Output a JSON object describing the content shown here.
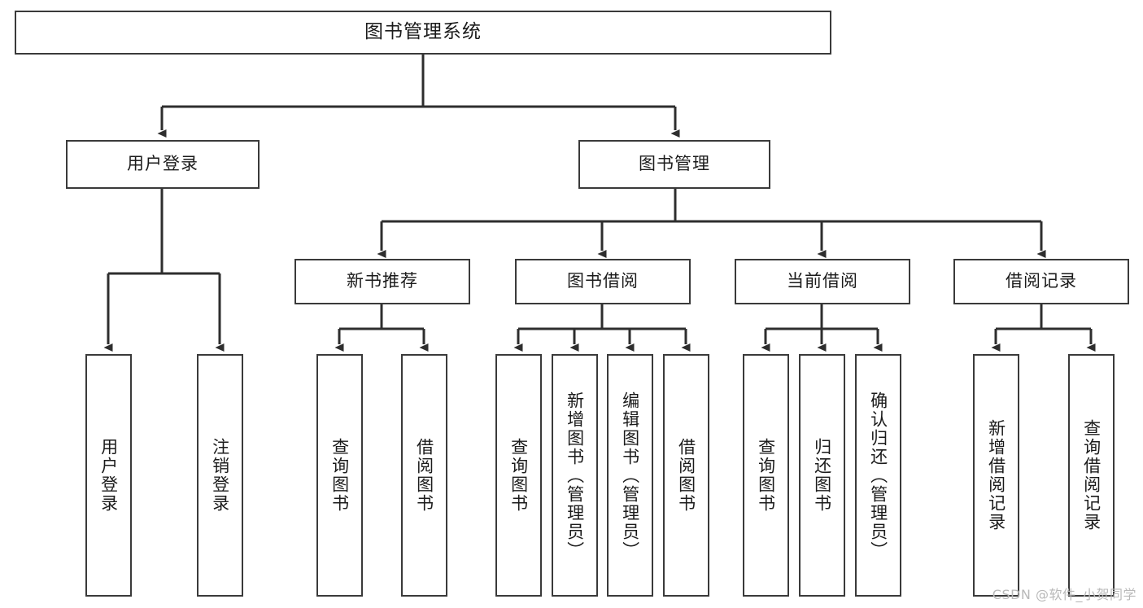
{
  "diagram": {
    "title": "图书管理系统",
    "type": "tree-hierarchy-chart",
    "orientation": "top-down",
    "line_color": "#3a3a3a",
    "box_fill": "#ffffff",
    "text_color": "#1b1b1b",
    "nodes": {
      "root": {
        "label": "图书管理系统"
      },
      "level2": [
        {
          "label": "用户登录"
        },
        {
          "label": "图书管理"
        }
      ],
      "level3": [
        {
          "label": "新书推荐"
        },
        {
          "label": "图书借阅"
        },
        {
          "label": "当前借阅"
        },
        {
          "label": "借阅记录"
        }
      ],
      "leaves": {
        "user_login": [
          {
            "label": "用户登录"
          },
          {
            "label": "注销登录"
          }
        ],
        "new_book_recommend": [
          {
            "label": "查询图书"
          },
          {
            "label": "借阅图书"
          }
        ],
        "book_borrow": [
          {
            "label": "查询图书"
          },
          {
            "label": "新增图书（管理员）"
          },
          {
            "label": "编辑图书（管理员）"
          },
          {
            "label": "借阅图书"
          }
        ],
        "current_borrow": [
          {
            "label": "查询图书"
          },
          {
            "label": "归还图书"
          },
          {
            "label": "确认归还（管理员）"
          }
        ],
        "borrow_record": [
          {
            "label": "新增借阅记录"
          },
          {
            "label": "查询借阅记录"
          }
        ]
      }
    }
  },
  "watermark": {
    "text": "CSDN @软件_小贺同学"
  }
}
